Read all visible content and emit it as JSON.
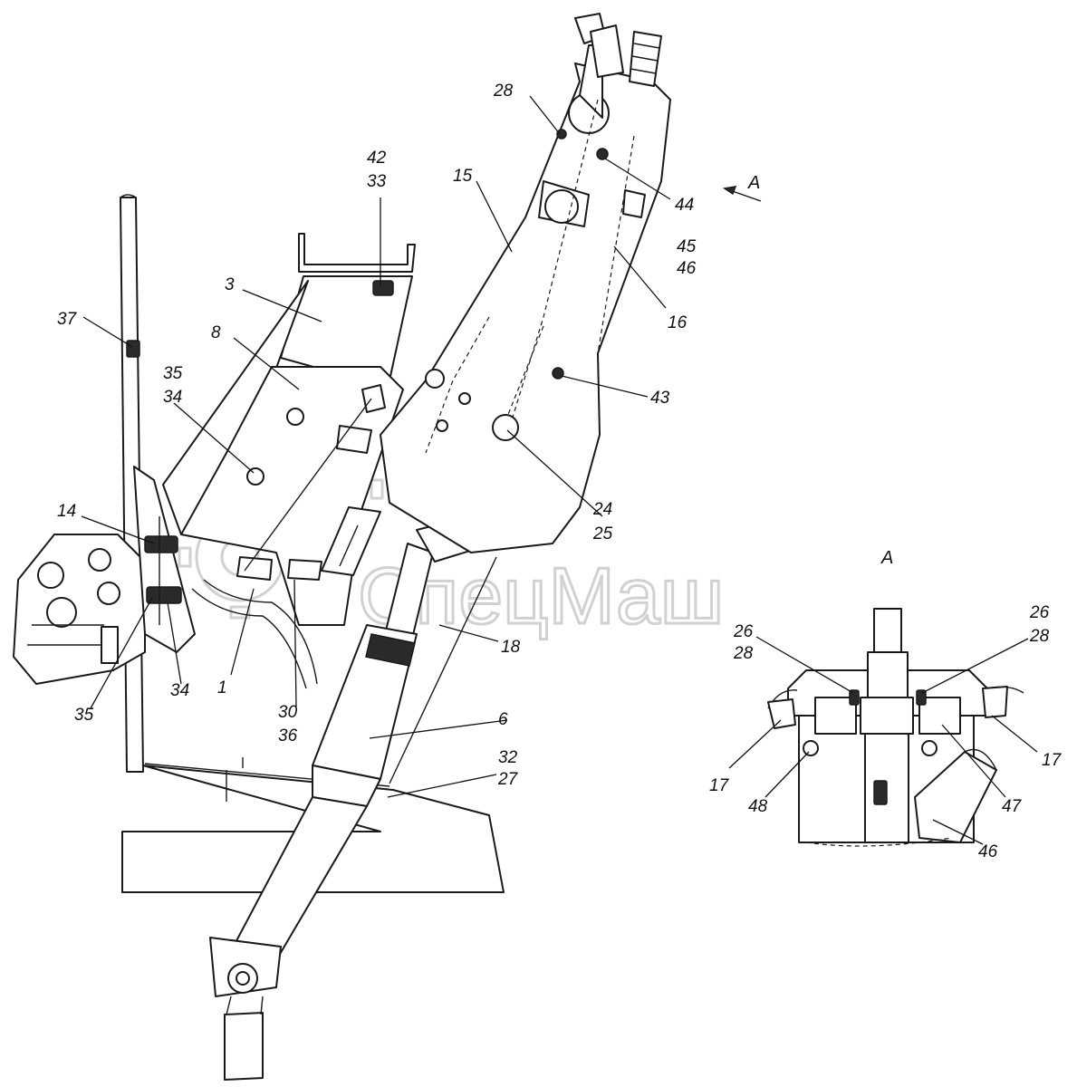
{
  "watermark": {
    "text": "СпецМаш",
    "color": "#9a9a9a"
  },
  "view_label": "A",
  "view_arrow_label": "A",
  "callouts": {
    "c28": "28",
    "c42": "42",
    "c33": "33",
    "c15": "15",
    "c44": "44",
    "c45": "45",
    "c46a": "46",
    "c3": "3",
    "c16": "16",
    "c37": "37",
    "c8": "8",
    "c43": "43",
    "c35a": "35",
    "c34a": "34",
    "c24": "24",
    "c25": "25",
    "c14": "14",
    "c18": "18",
    "c1": "1",
    "c30": "30",
    "c36": "36",
    "c34b": "34",
    "c35b": "35",
    "c6": "6",
    "c32": "32",
    "c27": "27",
    "v26a": "26",
    "v28a": "28",
    "v26b": "26",
    "v28b": "28",
    "v17a": "17",
    "v17b": "17",
    "v48": "48",
    "v47": "47",
    "v46": "46"
  }
}
